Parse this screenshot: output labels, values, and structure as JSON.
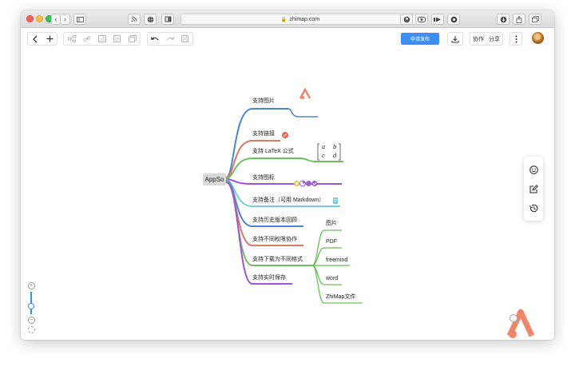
{
  "browser": {
    "url": "zhimap.com",
    "icons": [
      "back-icon",
      "forward-icon",
      "sidebar-icon",
      "rss-icon",
      "globe-icon",
      "reader-icon",
      "refresh-icon",
      "extension-icon",
      "extension-icon-2",
      "extension-icon-3",
      "extension-icon-4",
      "download-icon",
      "share-icon",
      "tabs-icon"
    ]
  },
  "toolbar": {
    "publish_label": "申请发布",
    "collab_label": "协作",
    "share_label": "分享"
  },
  "mindmap": {
    "root": "AppSo",
    "branches": [
      {
        "label": "支持图片",
        "color": "#4a86d8"
      },
      {
        "label": "支持链接",
        "color": "#d77a66"
      },
      {
        "label": "支持 LaTeX 公式",
        "color": "#6cbf5a"
      },
      {
        "label": "支持图标",
        "color": "#a055d4"
      },
      {
        "label": "支持备注（可用 Markdown）",
        "color": "#7cc9e0"
      },
      {
        "label": "支持历史版本回顾",
        "color": "#4a86d8"
      },
      {
        "label": "支持不同权限协作",
        "color": "#d77a66"
      },
      {
        "label": "支持下载为不同格式",
        "color": "#6cbf5a"
      },
      {
        "label": "支持实时保存",
        "color": "#a055d4"
      }
    ],
    "formats": [
      "图片",
      "PDF",
      "freemind",
      "word",
      "ZhiMap文件"
    ],
    "matrix": [
      "a",
      "b",
      "c",
      "d"
    ]
  },
  "colors": {
    "accent": "#3d8ef2",
    "brand": "#f0856a"
  }
}
